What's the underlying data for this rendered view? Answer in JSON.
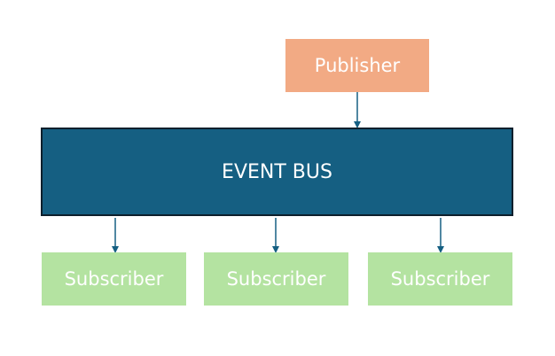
{
  "publisher": {
    "label": "Publisher"
  },
  "event_bus": {
    "label": "EVENT BUS"
  },
  "subscribers": [
    {
      "label": "Subscriber"
    },
    {
      "label": "Subscriber"
    },
    {
      "label": "Subscriber"
    }
  ],
  "colors": {
    "publisher": "#f2aa84",
    "event_bus": "#155f82",
    "event_bus_border": "#0d1f2c",
    "subscriber": "#b4e3a1",
    "arrow": "#155f82",
    "text": "#ffffff"
  }
}
